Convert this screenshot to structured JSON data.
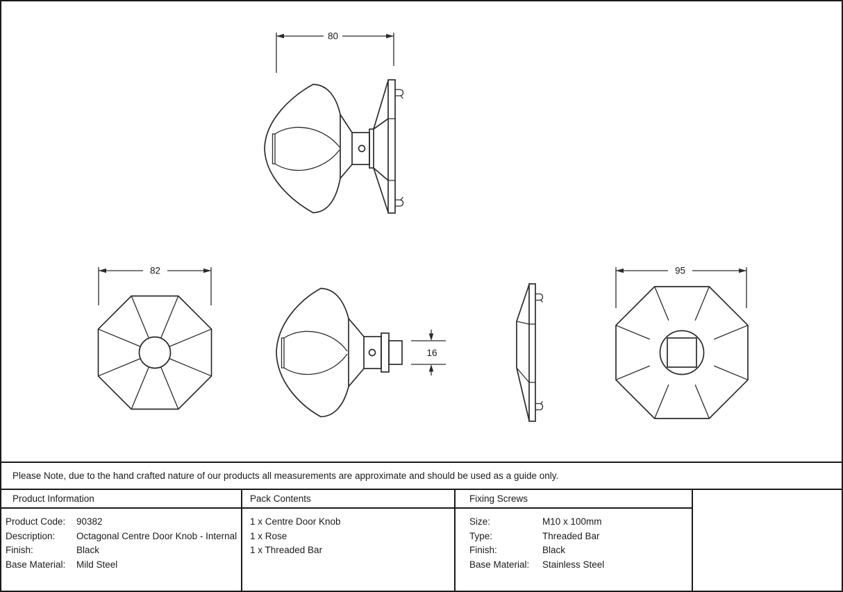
{
  "drawing": {
    "dim_knob_width": "80",
    "dim_knob_face": "82",
    "dim_spindle": "16",
    "dim_rose": "95"
  },
  "note": {
    "text": "Please Note, due to the hand crafted nature of our products all measurements are approximate and should be used as a guide only."
  },
  "tables": {
    "product_information": {
      "title": "Product Information",
      "rows": [
        {
          "label": "Product Code:",
          "value": "90382"
        },
        {
          "label": "Description:",
          "value": "Octagonal Centre Door Knob - Internal"
        },
        {
          "label": "Finish:",
          "value": "Black"
        },
        {
          "label": "Base Material:",
          "value": "Mild Steel"
        }
      ]
    },
    "pack_contents": {
      "title": "Pack Contents",
      "items": [
        "1 x Centre Door Knob",
        "1 x Rose",
        "1 x Threaded Bar"
      ]
    },
    "fixing_screws": {
      "title": "Fixing Screws",
      "rows": [
        {
          "label": "Size:",
          "value": "M10 x 100mm"
        },
        {
          "label": "Type:",
          "value": "Threaded Bar"
        },
        {
          "label": "Finish:",
          "value": "Black"
        },
        {
          "label": "Base Material:",
          "value": "Stainless Steel"
        }
      ]
    }
  }
}
